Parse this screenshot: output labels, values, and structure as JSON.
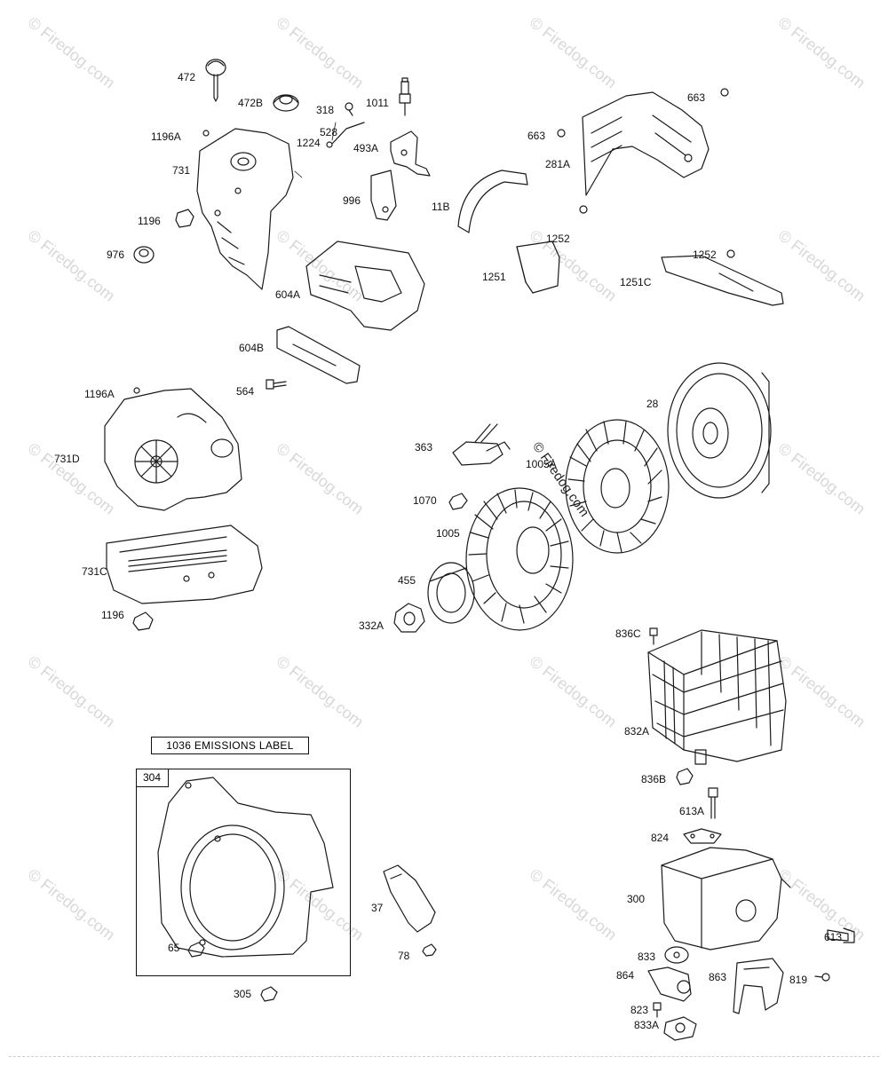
{
  "watermark": "© Firedog.com",
  "emissions_label": "1036 EMISSIONS LABEL",
  "frame_tag": "304",
  "copyright": "© Firedog.com",
  "part_labels": {
    "p472": "472",
    "p472B": "472B",
    "p318": "318",
    "p1011": "1011",
    "p1196A_top": "1196A",
    "p528": "528",
    "p1224": "1224",
    "p493A": "493A",
    "p731": "731",
    "p996": "996",
    "p1196_top": "1196",
    "p976": "976",
    "p604A": "604A",
    "p604B": "604B",
    "p564": "564",
    "p1196A_mid": "1196A",
    "p731D": "731D",
    "p731C": "731C",
    "p1196_bot": "1196",
    "p663_a": "663",
    "p663_b": "663",
    "p281A": "281A",
    "p11B": "11B",
    "p1252_a": "1252",
    "p1251": "1251",
    "p1252_b": "1252",
    "p1251C": "1251C",
    "p28": "28",
    "p363": "363",
    "p1005A": "1005A",
    "p1070": "1070",
    "p1005": "1005",
    "p455": "455",
    "p332A": "332A",
    "p836C": "836C",
    "p832A": "832A",
    "p836B": "836B",
    "p613A": "613A",
    "p824": "824",
    "p300": "300",
    "p37": "37",
    "p65": "65",
    "p78": "78",
    "p305": "305",
    "p613": "613",
    "p833": "833",
    "p864": "864",
    "p868": "863",
    "p819": "819",
    "p823": "823",
    "p833A": "833A"
  }
}
